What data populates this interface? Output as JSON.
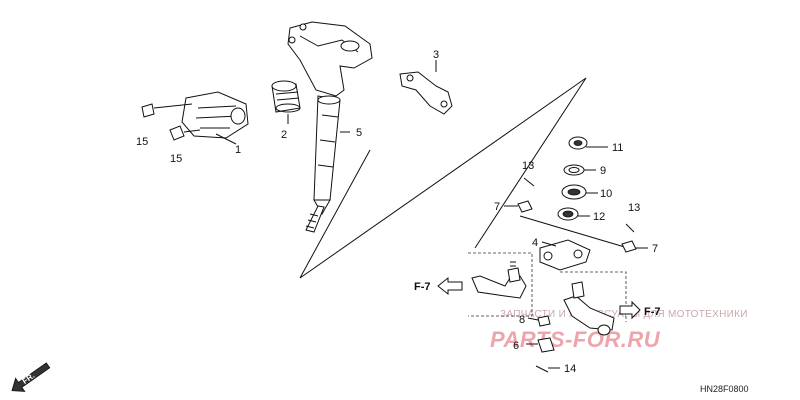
{
  "parts": [
    {
      "id": "p1",
      "label": "1"
    },
    {
      "id": "p2",
      "label": "2"
    },
    {
      "id": "p3",
      "label": "3"
    },
    {
      "id": "p4",
      "label": "4"
    },
    {
      "id": "p5",
      "label": "5"
    },
    {
      "id": "p6",
      "label": "6"
    },
    {
      "id": "p7a",
      "label": "7"
    },
    {
      "id": "p7b",
      "label": "7"
    },
    {
      "id": "p8",
      "label": "8"
    },
    {
      "id": "p9",
      "label": "9"
    },
    {
      "id": "p10",
      "label": "10"
    },
    {
      "id": "p11",
      "label": "11"
    },
    {
      "id": "p12",
      "label": "12"
    },
    {
      "id": "p13a",
      "label": "13"
    },
    {
      "id": "p13b",
      "label": "13"
    },
    {
      "id": "p14",
      "label": "14"
    },
    {
      "id": "p15a",
      "label": "15"
    },
    {
      "id": "p15b",
      "label": "15"
    }
  ],
  "callouts": {
    "left": "F-7",
    "right": "F-7",
    "front": "FR."
  },
  "diagram_code": "HN28F0800",
  "watermark": {
    "subtitle": "ЗАПЧАСТИ И АКСЕССУАРЫ ДЛЯ МОТОТЕХНИКИ",
    "main": "PARTS-FOR.RU"
  },
  "colors": {
    "line": "#111111",
    "watermark": "#e8878f"
  }
}
